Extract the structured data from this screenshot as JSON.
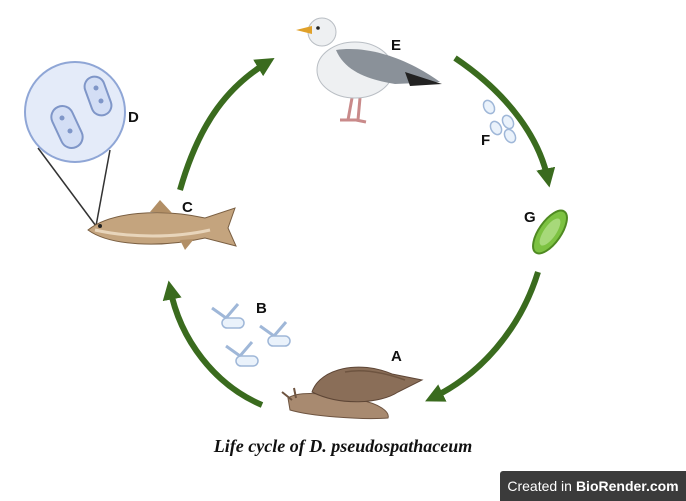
{
  "diagram": {
    "caption": "Life cycle of D. pseudospathaceum",
    "stages": {
      "A": "A",
      "B": "B",
      "C": "C",
      "D": "D",
      "E": "E",
      "F": "F",
      "G": "G"
    },
    "colors": {
      "arrow": "#3a6b1e",
      "inset_fill": "#e4ebf9",
      "inset_stroke": "#8fa6d6",
      "gull_body": "#eef0f2",
      "gull_wing": "#8a9199",
      "fish": "#c4a47e",
      "snail": "#8a6e58",
      "egg": "#7dc242"
    }
  },
  "watermark": {
    "prefix": "Created in",
    "brand": "BioRender.com"
  }
}
